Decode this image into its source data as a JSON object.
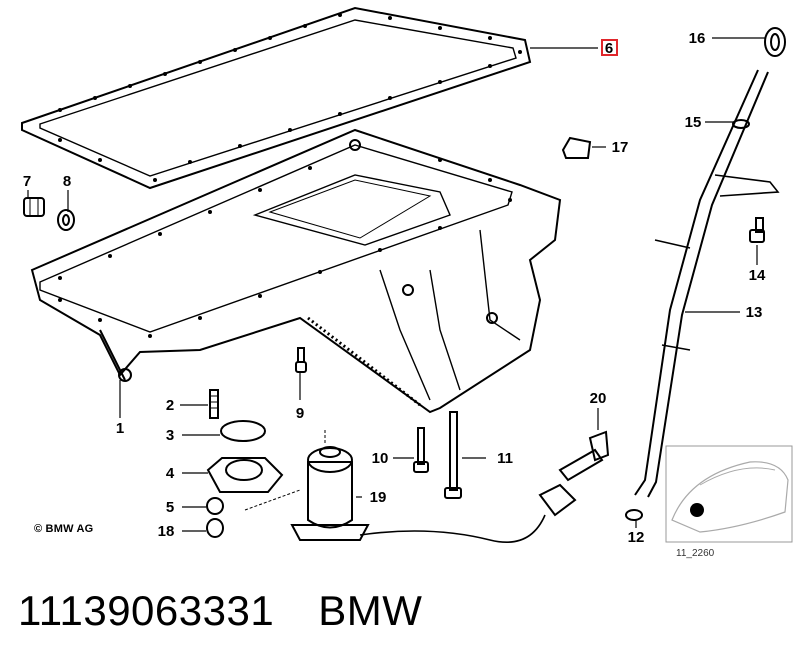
{
  "callouts": {
    "c1": "1",
    "c2": "2",
    "c3": "3",
    "c4": "4",
    "c5": "5",
    "c6": "6",
    "c7": "7",
    "c8": "8",
    "c9": "9",
    "c10": "10",
    "c11": "11",
    "c12": "12",
    "c13": "13",
    "c14": "14",
    "c15": "15",
    "c16": "16",
    "c17": "17",
    "c18": "18",
    "c19": "19",
    "c20": "20"
  },
  "highlighted_callout": "6",
  "highlight_color": "#e0262b",
  "copyright": "© BMW AG",
  "reference_code": "11_2260",
  "caption": {
    "part_number": "11139063331",
    "brand": "BMW"
  }
}
